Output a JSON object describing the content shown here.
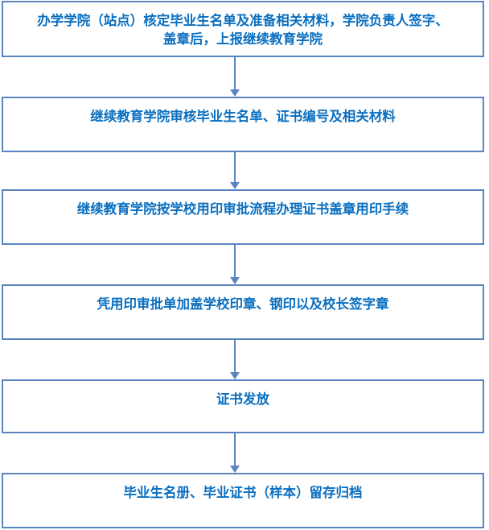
{
  "steps": [
    {
      "line1": "办学学院（站点）核定毕业生名单及准备相关材料，学院负责人签字、",
      "line2": "盖章后，上报继续教育学院"
    },
    {
      "line1": "继续教育学院审核毕业生名单、证书编号及相关材料"
    },
    {
      "line1": "继续教育学院按学校用印审批流程办理证书盖章用印手续"
    },
    {
      "line1": "凭用印审批单加盖学校印章、钢印以及校长签字章"
    },
    {
      "line1": "证书发放"
    },
    {
      "line1": "毕业生名册、毕业证书（样本）留存归档"
    }
  ],
  "colors": {
    "border": "#5a84c0",
    "text": "#0a6fc0"
  }
}
